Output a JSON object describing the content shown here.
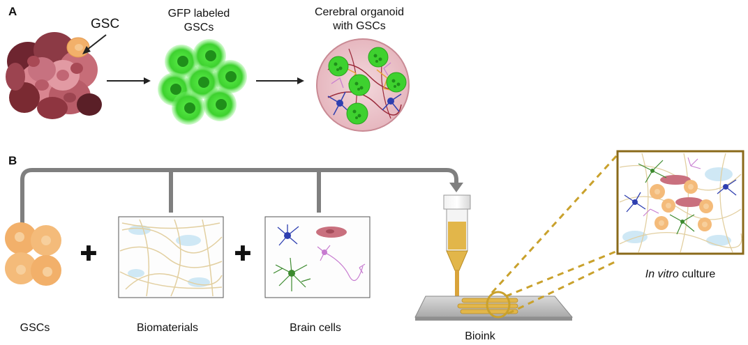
{
  "panel_a": {
    "letter": "A",
    "gsc_label": "GSC",
    "gfp_label_line1": "GFP labeled",
    "gfp_label_line2": "GSCs",
    "organoid_label_line1": "Cerebral organoid",
    "organoid_label_line2": "with GSCs"
  },
  "panel_b": {
    "letter": "B",
    "gscs_label": "GSCs",
    "biomaterials_label": "Biomaterials",
    "brain_cells_label": "Brain cells",
    "bioink_label": "Bioink",
    "culture_label_italic": "In vitro",
    "culture_label_rest": " culture"
  },
  "colors": {
    "tumor_dark": "#7a2a32",
    "tumor_pink": "#d98590",
    "gsc_orange": "#f2b06a",
    "gfp_green": "#3ed12f",
    "gfp_nucleus": "#1f8f1a",
    "arrow_gray": "#7f7f7f",
    "fiber_tan": "#e2cfa0",
    "frame_gold": "#8a6a1a",
    "bioink_gold": "#e2b64a"
  }
}
